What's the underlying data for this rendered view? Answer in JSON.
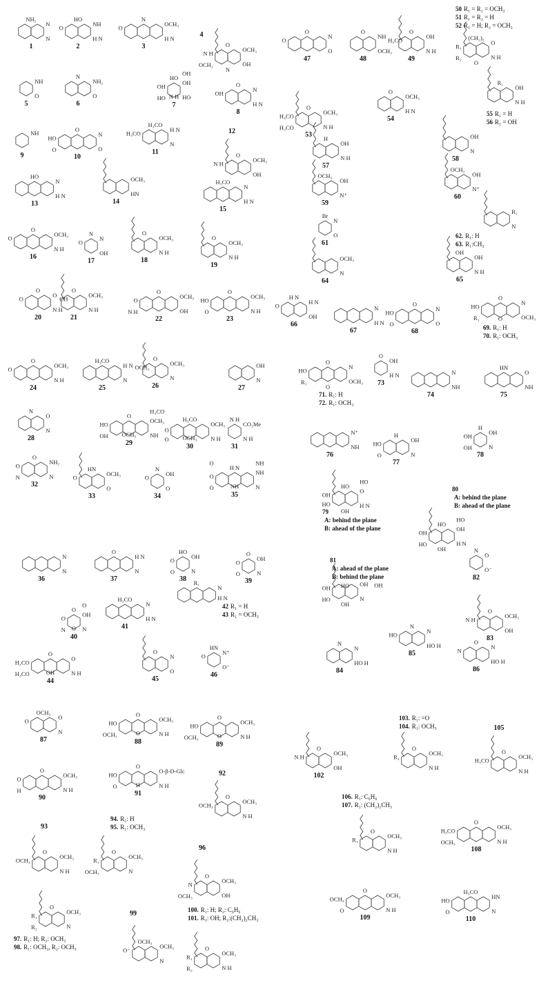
{
  "figure": {
    "compounds": [
      {
        "id": "1",
        "atoms": [
          "N",
          "N",
          "NH₂"
        ]
      },
      {
        "id": "2",
        "atoms": [
          "NH",
          "H N",
          "HO",
          "O"
        ]
      },
      {
        "id": "3",
        "atoms": [
          "OCH₃",
          "H N",
          "N",
          "O"
        ]
      },
      {
        "id": "4",
        "atoms": [
          "OCH₃",
          "OH",
          "O",
          "N H",
          "OCH₃",
          "N"
        ]
      },
      {
        "id": "5",
        "atoms": [
          "NH",
          "O"
        ]
      },
      {
        "id": "6",
        "atoms": [
          "NH₂",
          "O",
          "N"
        ]
      },
      {
        "id": "7",
        "atoms": [
          "OH",
          "HO",
          "HO",
          "OH",
          "HO",
          "N H",
          "OH"
        ]
      },
      {
        "id": "8",
        "atoms": [
          "N",
          "H N",
          "O",
          "OH"
        ]
      },
      {
        "id": "9",
        "atoms": [
          "NH"
        ]
      },
      {
        "id": "10",
        "atoms": [
          "N",
          "O",
          "O",
          "HO",
          "O"
        ]
      },
      {
        "id": "11",
        "atoms": [
          "H N",
          "N",
          "H₃CO",
          "H₃CO"
        ]
      },
      {
        "id": "12",
        "atoms": [
          "OCH₃",
          "OH",
          "O",
          "N H"
        ]
      },
      {
        "id": "13",
        "atoms": [
          "N",
          "H N",
          "HO"
        ]
      },
      {
        "id": "14",
        "atoms": [
          "OCH₃",
          "HN"
        ]
      },
      {
        "id": "15",
        "atoms": [
          "N",
          "H N",
          "H₃CO"
        ]
      },
      {
        "id": "16",
        "atoms": [
          "OCH₃",
          "N H",
          "O",
          "O"
        ]
      },
      {
        "id": "17",
        "atoms": [
          "N",
          "OH",
          "N",
          "O"
        ]
      },
      {
        "id": "18",
        "atoms": [
          "OCH₃",
          "N H",
          "O"
        ]
      },
      {
        "id": "19",
        "atoms": [
          "OCH₃",
          "N H",
          "O"
        ]
      },
      {
        "id": "20",
        "atoms": [
          "O",
          "N H",
          "O",
          "O"
        ]
      },
      {
        "id": "21",
        "atoms": [
          "OCH₃",
          "N H",
          "O",
          "OH"
        ]
      },
      {
        "id": "22",
        "atoms": [
          "OCH₃",
          "OH",
          "O",
          "O",
          "N H"
        ]
      },
      {
        "id": "23",
        "atoms": [
          "OCH₃",
          "N H",
          "O",
          "HO",
          "O"
        ]
      },
      {
        "id": "24",
        "atoms": [
          "OCH₃",
          "N H",
          "O",
          "O"
        ]
      },
      {
        "id": "25",
        "atoms": [
          "H N",
          "N",
          "H₃CO"
        ]
      },
      {
        "id": "26",
        "atoms": [
          "OCH₃",
          "N",
          "O",
          "OCH₃"
        ]
      },
      {
        "id": "27",
        "atoms": [
          "OH",
          "N"
        ]
      },
      {
        "id": "28",
        "atoms": [
          "O",
          "N",
          "N"
        ]
      },
      {
        "id": "29",
        "atoms": [
          "OCH₃",
          "NH",
          "O",
          "HO",
          "OH",
          "OCH₃",
          "H₃CO"
        ]
      },
      {
        "id": "30",
        "atoms": [
          "OCH₃",
          "N H",
          "H₃CO",
          "O",
          "O",
          "OCH₃"
        ]
      },
      {
        "id": "31",
        "atoms": [
          "CO₂Me",
          "N H",
          "N H"
        ]
      },
      {
        "id": "32",
        "atoms": [
          "NH₂",
          "N",
          "O",
          "O",
          "N"
        ]
      },
      {
        "id": "33",
        "atoms": [
          "OCH₃",
          "O",
          "HN",
          "O"
        ]
      },
      {
        "id": "34",
        "atoms": [
          "OH",
          "O",
          "N",
          "O"
        ]
      },
      {
        "id": "35",
        "atoms": [
          "NH",
          "N",
          "H N",
          "O",
          "O",
          "NH",
          "NH",
          "O"
        ]
      },
      {
        "id": "36",
        "atoms": [
          "N",
          "N"
        ]
      },
      {
        "id": "37",
        "atoms": [
          "H N",
          "N",
          "O"
        ]
      },
      {
        "id": "38",
        "atoms": [
          "OH",
          "N",
          "HO",
          "O",
          "O"
        ]
      },
      {
        "id": "39",
        "atoms": [
          "OH",
          "N",
          "O",
          "O",
          "O"
        ]
      },
      {
        "id": "40",
        "atoms": [
          "OH",
          "N",
          "O",
          "O",
          "N",
          "O",
          "O"
        ]
      },
      {
        "id": "41",
        "atoms": [
          "N",
          "H N",
          "H₃CO"
        ]
      },
      {
        "id": "44",
        "atoms": [
          "O",
          "N H",
          "O",
          "H₃CO",
          "H₃CO",
          "OH"
        ]
      },
      {
        "id": "45",
        "atoms": [
          "N",
          "O",
          "O"
        ]
      },
      {
        "id": "46",
        "atoms": [
          "N⁺",
          "O⁻",
          "HN",
          "O"
        ]
      },
      {
        "id": "47",
        "atoms": [
          "N",
          "O",
          "O",
          "O"
        ]
      },
      {
        "id": "48",
        "atoms": [
          "NH",
          "OCH₃",
          "O"
        ]
      },
      {
        "id": "49",
        "atoms": [
          "OH",
          "N H",
          "O",
          "H₃CO"
        ]
      },
      {
        "id": "53",
        "atoms": [
          "OCH₃",
          "N H",
          "O",
          "H₃CO",
          "H₃CO"
        ]
      },
      {
        "id": "54",
        "atoms": [
          "OCH₃",
          "H N",
          "O"
        ]
      },
      {
        "id": "57",
        "atoms": [
          "OH",
          "N H",
          "H"
        ]
      },
      {
        "id": "58",
        "atoms": [
          "OH",
          "N"
        ]
      },
      {
        "id": "59",
        "atoms": [
          "OH",
          "N⁺",
          "OCH₃"
        ]
      },
      {
        "id": "60",
        "atoms": [
          "OH",
          "N⁺",
          "OCH₃"
        ]
      },
      {
        "id": "61",
        "atoms": [
          "N",
          "O",
          "Br"
        ]
      },
      {
        "id": "64",
        "atoms": [
          "OCH₃",
          "N"
        ]
      },
      {
        "id": "65",
        "atoms": [
          "OH",
          "N H",
          "OH"
        ]
      },
      {
        "id": "66",
        "atoms": [
          "H N",
          "OH",
          "H N",
          "O"
        ]
      },
      {
        "id": "67",
        "atoms": [
          "N",
          "H N"
        ]
      },
      {
        "id": "68",
        "atoms": [
          "N",
          "O",
          "O",
          "HO",
          "O"
        ]
      },
      {
        "id": "73",
        "atoms": [
          "OH",
          "H N",
          "O"
        ]
      },
      {
        "id": "74",
        "atoms": [
          "N",
          "NH"
        ]
      },
      {
        "id": "75",
        "atoms": [
          "O",
          "NH",
          "HN"
        ]
      },
      {
        "id": "76",
        "atoms": [
          "N⁺",
          "NH"
        ]
      },
      {
        "id": "77",
        "atoms": [
          "OH",
          "N",
          "H",
          "HO",
          "O"
        ]
      },
      {
        "id": "78",
        "atoms": [
          "OH",
          "N",
          "H",
          "OH",
          "OH"
        ]
      },
      {
        "id": "82",
        "atoms": [
          "O",
          "O⁻",
          "N"
        ]
      },
      {
        "id": "83",
        "atoms": [
          "OCH₃",
          "OH",
          "O",
          "N H"
        ]
      },
      {
        "id": "84",
        "atoms": [
          "N",
          "HO H",
          "N"
        ]
      },
      {
        "id": "85",
        "atoms": [
          "N",
          "HO H",
          "N",
          "HO"
        ]
      },
      {
        "id": "86",
        "atoms": [
          "N",
          "HO H",
          "O",
          "N"
        ]
      },
      {
        "id": "87",
        "atoms": [
          "O",
          "N",
          "OCH₃",
          "O"
        ]
      },
      {
        "id": "88",
        "atoms": [
          "OCH₃",
          "N H",
          "O",
          "HO",
          "OCH₃",
          "O"
        ]
      },
      {
        "id": "89",
        "atoms": [
          "OCH₃",
          "N H",
          "O",
          "HO",
          "OCH₃",
          "O"
        ]
      },
      {
        "id": "90",
        "atoms": [
          "OCH₃",
          "N H",
          "O",
          "O",
          "H"
        ]
      },
      {
        "id": "91",
        "atoms": [
          "O-β-D-Glc",
          "N H",
          "O",
          "HO",
          "O",
          "H"
        ]
      },
      {
        "id": "92",
        "atoms": [
          "OCH₃",
          "N H",
          "O",
          "OCH₃"
        ]
      },
      {
        "id": "93",
        "atoms": [
          "OCH₃",
          "N H",
          "O",
          "OCH₃"
        ]
      },
      {
        "id": "96",
        "atoms": [
          "OCH₃",
          "OH",
          "O",
          "N",
          "OCH₃"
        ]
      },
      {
        "id": "99",
        "atoms": [
          "OCH₃",
          "N",
          "OCH₃",
          "O⁻"
        ]
      },
      {
        "id": "102",
        "atoms": [
          "OCH₃",
          "OH",
          "O",
          "N H"
        ]
      },
      {
        "id": "105",
        "atoms": [
          "OCH₃",
          "N H",
          "O",
          "H₃CO"
        ]
      },
      {
        "id": "108",
        "atoms": [
          "OCH₃",
          "N H",
          "O",
          "H₃CO",
          "OCH₃"
        ]
      },
      {
        "id": "109",
        "atoms": [
          "OCH₃",
          "N H",
          "O",
          "OCH₃",
          "O"
        ]
      },
      {
        "id": "110",
        "atoms": [
          "HN",
          "N",
          "H₃CO",
          "HO",
          "O"
        ]
      }
    ],
    "legends": [
      {
        "key": "42",
        "atoms": [
          "N",
          "H N",
          "R₁"
        ],
        "lines": [
          {
            "num": "42",
            "text": "R₁ = H"
          },
          {
            "num": "43",
            "text": "R₁ = OCH₃"
          }
        ]
      },
      {
        "key": "50",
        "atoms": [
          "O",
          "N H",
          "(CH₂)₅",
          "R₁",
          "R₂",
          "O"
        ],
        "lines": [
          {
            "num": "50",
            "text": "R₁ = R₂ = OCH₃"
          },
          {
            "num": "51",
            "text": "R₁ = R₂ = H"
          },
          {
            "num": "52",
            "text": "R₁ = H; R₂ = OCH₃"
          }
        ]
      },
      {
        "key": "55",
        "atoms": [
          "OH",
          "N H",
          "R₁"
        ],
        "lines": [
          {
            "num": "55",
            "text": "R₁ = H"
          },
          {
            "num": "56",
            "text": "R₁ = OH"
          }
        ]
      },
      {
        "key": "62",
        "atoms": [
          "R₁",
          "N"
        ],
        "lines": [
          {
            "num": "62.",
            "text": "R₁: H"
          },
          {
            "num": "63.",
            "text": "R₁:CH₃"
          }
        ]
      },
      {
        "key": "69",
        "atoms": [
          "N",
          "OCH₃",
          "O",
          "HO",
          "R₁",
          "O"
        ],
        "lines": [
          {
            "num": "69.",
            "text": "R₁: H"
          },
          {
            "num": "70.",
            "text": "R₁: OCH₃"
          }
        ]
      },
      {
        "key": "71",
        "atoms": [
          "N",
          "OCH₃",
          "O",
          "HO",
          "R₁",
          "O"
        ],
        "lines": [
          {
            "num": "71.",
            "text": "R₁: H"
          },
          {
            "num": "72.",
            "text": "R₁: OCH₃"
          }
        ]
      },
      {
        "key": "79",
        "atoms": [
          "O",
          "H N",
          "HO",
          "OH",
          "HO",
          "OH",
          "HO"
        ],
        "lines": [
          {
            "num": "79",
            "text": ""
          },
          {
            "num": "",
            "text": "A: behind the plane"
          },
          {
            "num": "",
            "text": "B: ahead of the plane"
          }
        ]
      },
      {
        "key": "80",
        "atoms": [
          "OH",
          "H N",
          "HO",
          "OH",
          "HO",
          "OH",
          "HO"
        ],
        "lines": [
          {
            "num": "80",
            "text": ""
          },
          {
            "num": "",
            "text": "A: behind the plane"
          },
          {
            "num": "",
            "text": "B: ahead of the plane"
          }
        ]
      },
      {
        "key": "81",
        "atoms": [
          "OH",
          "N",
          "HO",
          "OH",
          "HO",
          "OH",
          "OH"
        ],
        "lines": [
          {
            "num": "81",
            "text": ""
          },
          {
            "num": "",
            "text": "A: ahead of the plane"
          },
          {
            "num": "",
            "text": "B: behind the plane"
          }
        ]
      },
      {
        "key": "94",
        "atoms": [
          "OCH₃",
          "N",
          "O",
          "R₁",
          "OCH₃"
        ],
        "lines": [
          {
            "num": "94.",
            "text": "R₁: H"
          },
          {
            "num": "95.",
            "text": "R₁: OCH₃"
          }
        ]
      },
      {
        "key": "97",
        "atoms": [
          "OCH₃",
          "N",
          "O",
          "R₁",
          "R₂"
        ],
        "lines": [
          {
            "num": "97.",
            "text": "R₁: H; R₂: OCH₃"
          },
          {
            "num": "98.",
            "text": "R₁: OCH₃, R₂: OCH₃"
          }
        ]
      },
      {
        "key": "100",
        "atoms": [
          "OCH₃",
          "N H",
          "O",
          "R₁",
          "R₂"
        ],
        "lines": [
          {
            "num": "100.",
            "text": "R₁: H; R₂: C₆H₆"
          },
          {
            "num": "101.",
            "text": "R₁: OH; R₂:(CH₂)₂CH₃"
          }
        ]
      },
      {
        "key": "103",
        "atoms": [
          "OCH₃",
          "N H",
          "O",
          "R₁"
        ],
        "lines": [
          {
            "num": "103.",
            "text": "R₁: =O"
          },
          {
            "num": "104.",
            "text": "R₁: OCH₃"
          }
        ]
      },
      {
        "key": "106",
        "atoms": [
          "OCH₃",
          "N H",
          "O",
          "R₁"
        ],
        "lines": [
          {
            "num": "106.",
            "text": "R₁: C₆H₆"
          },
          {
            "num": "107.",
            "text": "R₁: (CH₂)₂CH₃"
          }
        ]
      }
    ]
  }
}
